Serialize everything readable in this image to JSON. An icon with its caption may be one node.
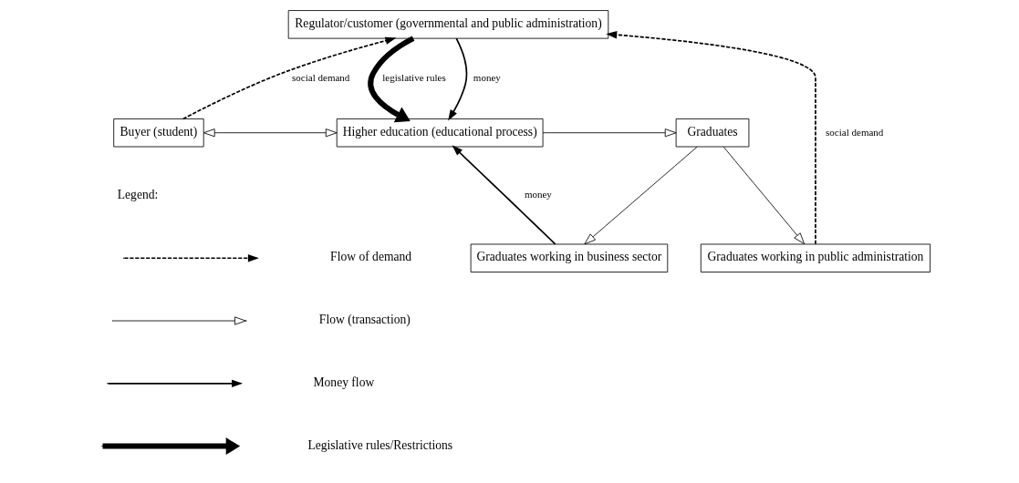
{
  "diagram": {
    "nodes": [
      {
        "text": [
          "Regulator/customer (governmental and public administration)"
        ]
      },
      {
        "text": [
          "Graduates working in public administration"
        ]
      },
      {
        "text": [
          "Buyer (student)"
        ]
      },
      {
        "text": [
          "Higher education (educational process)"
        ]
      },
      {
        "text": [
          "Graduates"
        ]
      },
      {
        "text": [
          "Graduates working in business sector"
        ]
      }
    ],
    "edges": [
      {
        "from": 2,
        "to": 0,
        "arrow": "to",
        "label": "social demand",
        "style": "dashed"
      },
      {
        "from": 1,
        "to": 0,
        "arrow": "to",
        "label": "social demand",
        "style": "dashed"
      },
      {
        "from": 0,
        "to": 3,
        "arrow": "to",
        "label": "money"
      },
      {
        "from": 0,
        "to": 3,
        "arrow": "to",
        "label": "legislative rules",
        "style": "thick"
      },
      {
        "from": 2,
        "to": 3,
        "arrow": "both"
      },
      {
        "from": 3,
        "to": 4,
        "arrow": "to"
      },
      {
        "from": 4,
        "to": 1,
        "arrow": "to"
      },
      {
        "from": 4,
        "to": 5,
        "arrow": "to"
      },
      {
        "from": 5,
        "to": 3,
        "arrow": "to",
        "label": "money"
      }
    ],
    "labels": [
      "Legend:"
    ],
    "legend": [
      {
        "text": "Flow of demand"
      },
      {
        "text": "Flow (transaction)"
      },
      {
        "text": "Money flow"
      },
      {
        "text": "Legislative rules/Restrictions"
      }
    ]
  }
}
